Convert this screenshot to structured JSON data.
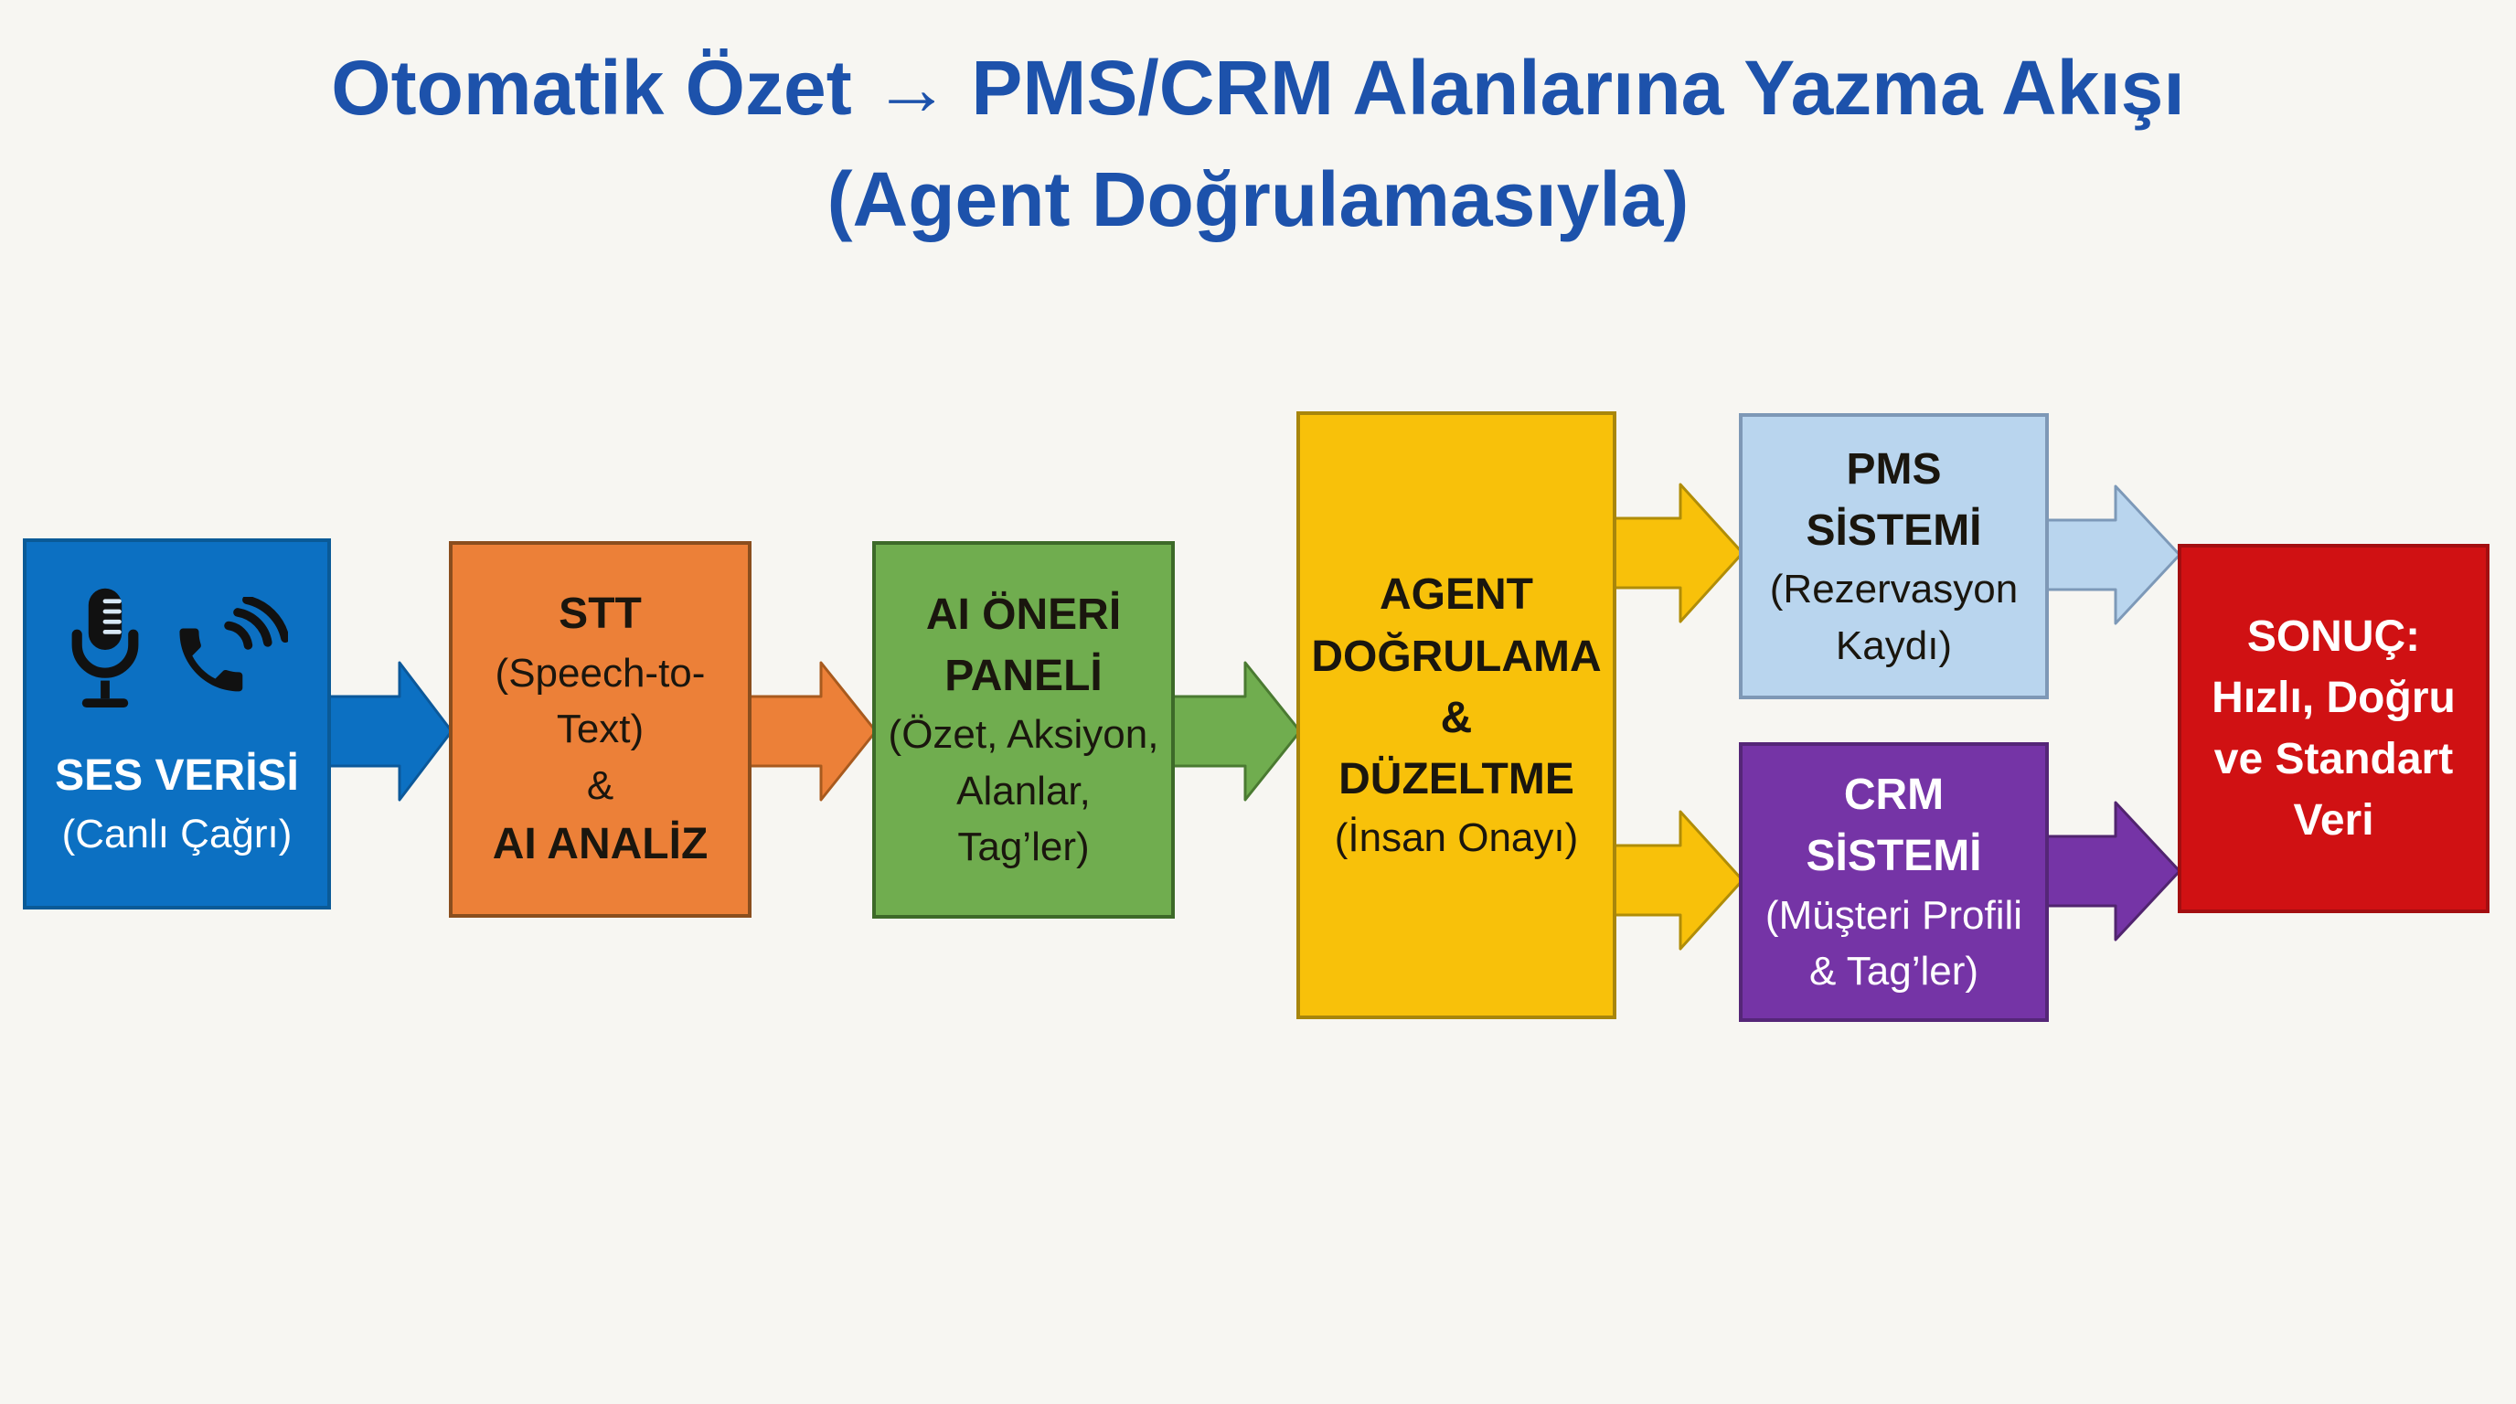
{
  "title": {
    "line1": "Otomatik Özet → PMS/CRM Alanlarına Yazma Akışı",
    "line2": "(Agent Doğrulamasıyla)"
  },
  "colors": {
    "bg": "#f7f6f2",
    "title-blue": "#1d52ab",
    "node-blue": "#0c70c2",
    "node-orange": "#ec8038",
    "node-green": "#70ad4f",
    "node-yellow": "#f8c10a",
    "node-lightblue": "#b9d5ee",
    "node-purple": "#7534a6",
    "node-red": "#d01113",
    "icon-black": "#111111"
  },
  "nodes": {
    "voice": {
      "line1": "SES VERİSİ",
      "line2": "(Canlı Çağrı)"
    },
    "stt": {
      "line1": "STT",
      "line2": "(Speech-to-",
      "line3": "Text)",
      "line4": "&",
      "line5": "AI ANALİZ"
    },
    "panel": {
      "line1": "AI ÖNERİ",
      "line2": "PANELİ",
      "line3": "(Özet, Aksiyon,",
      "line4": "Alanlar,",
      "line5": "Tag’ler)"
    },
    "agent": {
      "line1": "AGENT",
      "line2": "DOĞRULAMA",
      "line3": "&",
      "line4": "DÜZELTME",
      "line5": "(İnsan Onayı)"
    },
    "pms": {
      "line1": "PMS",
      "line2": "SİSTEMİ",
      "line3": "(Rezervasyon",
      "line4": "Kaydı)"
    },
    "crm": {
      "line1": "CRM",
      "line2": "SİSTEMİ",
      "line3": "(Müşteri Profili",
      "line4": "& Tag’ler)"
    },
    "result": {
      "line1": "SONUÇ:",
      "line2": "Hızlı, Doğru",
      "line3": "ve Standart",
      "line4": "Veri"
    }
  }
}
